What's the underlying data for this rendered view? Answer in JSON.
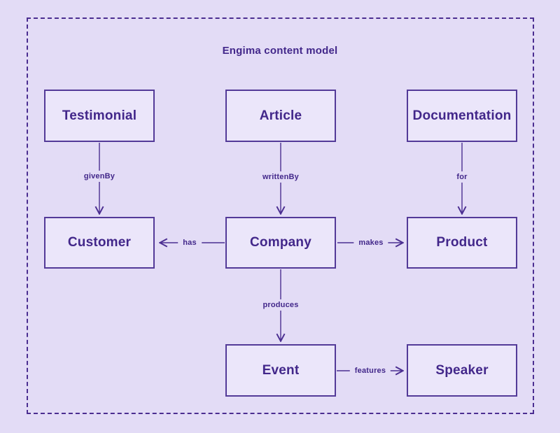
{
  "title": "Engima content model",
  "nodes": [
    {
      "id": "testimonial",
      "label": "Testimonial"
    },
    {
      "id": "article",
      "label": "Article"
    },
    {
      "id": "documentation",
      "label": "Documentation"
    },
    {
      "id": "customer",
      "label": "Customer"
    },
    {
      "id": "company",
      "label": "Company"
    },
    {
      "id": "product",
      "label": "Product"
    },
    {
      "id": "event",
      "label": "Event"
    },
    {
      "id": "speaker",
      "label": "Speaker"
    }
  ],
  "edges": [
    {
      "from": "Testimonial",
      "to": "Customer",
      "label": "givenBy",
      "direction": "down"
    },
    {
      "from": "Article",
      "to": "Company",
      "label": "writtenBy",
      "direction": "down"
    },
    {
      "from": "Documentation",
      "to": "Product",
      "label": "for",
      "direction": "down"
    },
    {
      "from": "Company",
      "to": "Customer",
      "label": "has",
      "direction": "left"
    },
    {
      "from": "Company",
      "to": "Product",
      "label": "makes",
      "direction": "right"
    },
    {
      "from": "Company",
      "to": "Event",
      "label": "produces",
      "direction": "down"
    },
    {
      "from": "Event",
      "to": "Speaker",
      "label": "features",
      "direction": "right"
    }
  ],
  "colors": {
    "background": "#e3dcf6",
    "node_fill": "#ebe6fa",
    "stroke": "#4b2e91",
    "text": "#42278a"
  }
}
